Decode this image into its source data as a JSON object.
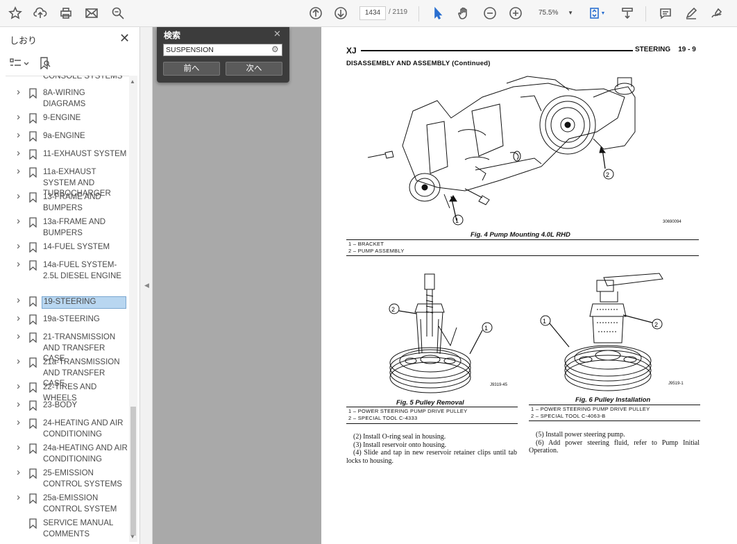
{
  "toolbar": {
    "page_current": "1434",
    "page_total": "/ 2119",
    "zoom": "75.5%"
  },
  "sidebar": {
    "title": "しおり",
    "items": [
      {
        "label": "CONSOLE SYSTEMS",
        "expand": false,
        "partial": true
      },
      {
        "label": "8A-WIRING DIAGRAMS",
        "expand": true
      },
      {
        "label": "9-ENGINE",
        "expand": true
      },
      {
        "label": "9a-ENGINE",
        "expand": true
      },
      {
        "label": "11-EXHAUST SYSTEM",
        "expand": true
      },
      {
        "label": "11a-EXHAUST SYSTEM AND TURBOCHARGER",
        "expand": true
      },
      {
        "label": "13-FRAME AND BUMPERS",
        "expand": true
      },
      {
        "label": "13a-FRAME AND BUMPERS",
        "expand": true
      },
      {
        "label": "14-FUEL SYSTEM",
        "expand": true
      },
      {
        "label": "14a-FUEL SYSTEM-2.5L DIESEL ENGINE",
        "expand": true
      },
      {
        "label": "19-STEERING",
        "expand": true,
        "selected": true
      },
      {
        "label": "19a-STEERING",
        "expand": true
      },
      {
        "label": "21-TRANSMISSION AND TRANSFER CASE",
        "expand": true
      },
      {
        "label": "21a-TRANSMISSION AND TRANSFER CASE",
        "expand": true
      },
      {
        "label": "22-TIRES AND WHEELS",
        "expand": true
      },
      {
        "label": "23-BODY",
        "expand": true
      },
      {
        "label": "24-HEATING AND AIR CONDITIONING",
        "expand": true
      },
      {
        "label": "24a-HEATING AND AIR CONDITIONING",
        "expand": true
      },
      {
        "label": "25-EMISSION CONTROL SYSTEMS",
        "expand": true
      },
      {
        "label": "25a-EMISSION CONTROL SYSTEM",
        "expand": true
      },
      {
        "label": "SERVICE MANUAL COMMENTS",
        "expand": false
      }
    ]
  },
  "search": {
    "title": "検索",
    "value": "SUSPENSION",
    "prev_label": "前へ",
    "next_label": "次へ"
  },
  "document": {
    "header_left": "XJ",
    "header_right": "STEERING    19 - 9",
    "section_title": "DISASSEMBLY AND ASSEMBLY (Continued)",
    "fig4": {
      "caption": "Fig. 4 Pump Mounting 4.0L RHD",
      "code": "30690094",
      "legend": [
        "1 – BRACKET",
        "2 – PUMP ASSEMBLY"
      ]
    },
    "fig5": {
      "caption": "Fig. 5 Pulley Removal",
      "code": "J9319-45",
      "legend": [
        "1 – POWER STEERING PUMP DRIVE PULLEY",
        "2 – SPECIAL TOOL C-4333"
      ]
    },
    "fig6": {
      "caption": "Fig. 6 Pulley Installation",
      "code": "J9519-1",
      "legend": [
        "1 – POWER STEERING PUMP DRIVE PULLEY",
        "2 – SPECIAL TOOL C-4063-B"
      ]
    },
    "steps_left": [
      "(2) Install O-ring seal in housing.",
      "(3) Install reservoir onto housing.",
      "(4) Slide and tap in new reservoir retainer clips until tab locks to housing."
    ],
    "steps_right": [
      "(5) Install power steering pump.",
      "(6) Add power steering fluid, refer to Pump Initial Operation."
    ]
  }
}
